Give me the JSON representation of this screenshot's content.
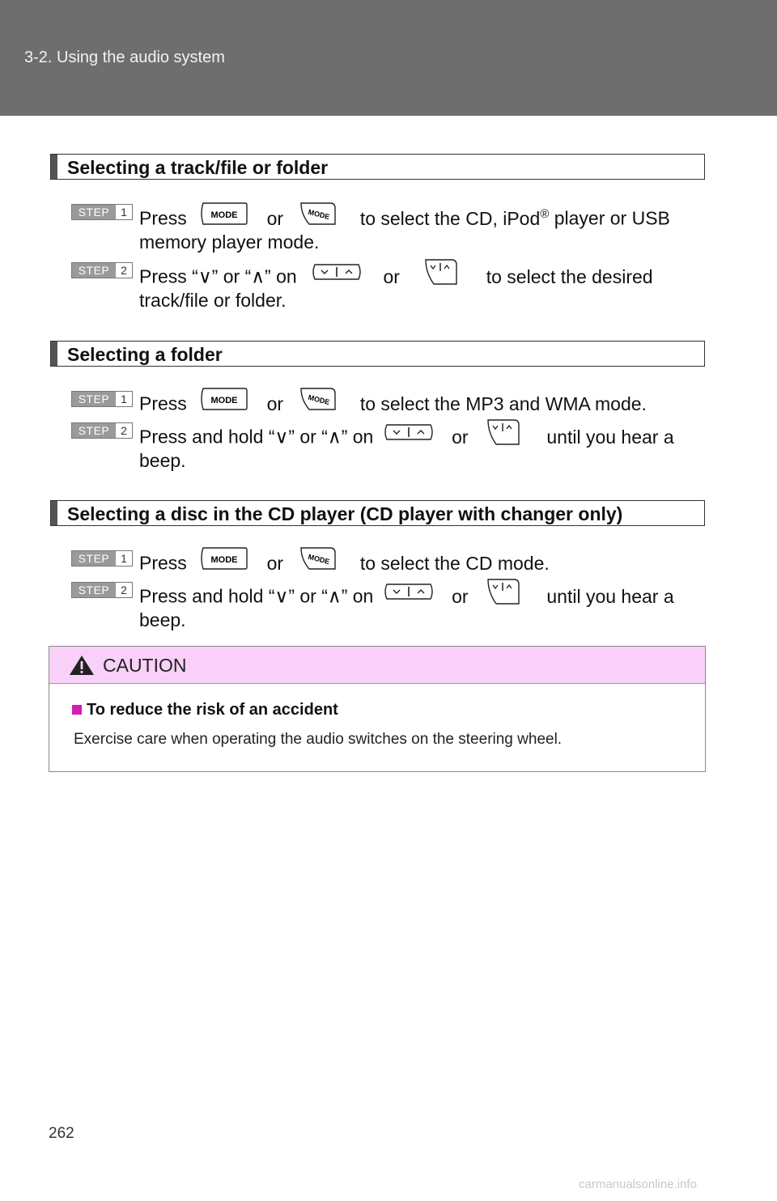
{
  "header": {
    "title": "3-2. Using the audio system"
  },
  "sections": [
    {
      "heading": "Selecting a track/file or folder",
      "steps": [
        {
          "badge": "STEP",
          "num": "1",
          "parts": [
            "Press",
            "or",
            "to select the CD, iPod",
            "®",
            " player or USB"
          ],
          "line2": "memory player mode."
        },
        {
          "badge": "STEP",
          "num": "2",
          "parts": [
            "Press “∨” or “∧” on",
            "or",
            "to select the desired"
          ],
          "line2": "track/file or folder."
        }
      ]
    },
    {
      "heading": "Selecting a folder",
      "steps": [
        {
          "badge": "STEP",
          "num": "1",
          "parts": [
            "Press",
            "or",
            "to select the MP3 and WMA mode."
          ]
        },
        {
          "badge": "STEP",
          "num": "2",
          "parts": [
            "Press and hold “∨” or “∧” on",
            "or",
            "until you hear a"
          ],
          "line2": "beep."
        }
      ]
    },
    {
      "heading": "Selecting a disc in the CD player (CD player with changer only)",
      "steps": [
        {
          "badge": "STEP",
          "num": "1",
          "parts": [
            "Press",
            "or",
            "to select the CD mode."
          ]
        },
        {
          "badge": "STEP",
          "num": "2",
          "parts": [
            "Press and hold “∨” or “∧” on",
            "or",
            "until you hear a"
          ],
          "line2": "beep."
        }
      ]
    }
  ],
  "buttons": {
    "mode": "MODE"
  },
  "caution": {
    "title": "CAUTION",
    "subheading": "To reduce the risk of an accident",
    "body": "Exercise care when operating the audio switches on the steering wheel.",
    "accent": "#d61bb2",
    "header_bg": "#f8d0f8"
  },
  "page_number": "262",
  "watermark": "carmanualsonline.info"
}
